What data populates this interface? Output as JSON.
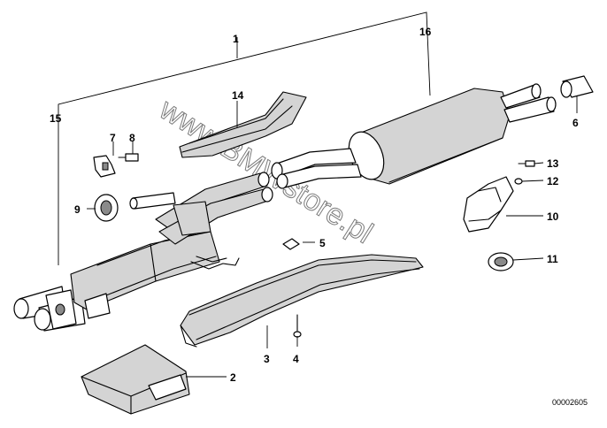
{
  "labels": {
    "l1": "1",
    "l2": "2",
    "l3": "3",
    "l4": "4",
    "l5": "5",
    "l6": "6",
    "l7": "7",
    "l8": "8",
    "l9": "9",
    "l10": "10",
    "l11": "11",
    "l12": "12",
    "l13": "13",
    "l14": "14",
    "l15": "15",
    "l16": "16"
  },
  "watermark": "www.BMWstore.pl",
  "diagram_code": "00002605"
}
